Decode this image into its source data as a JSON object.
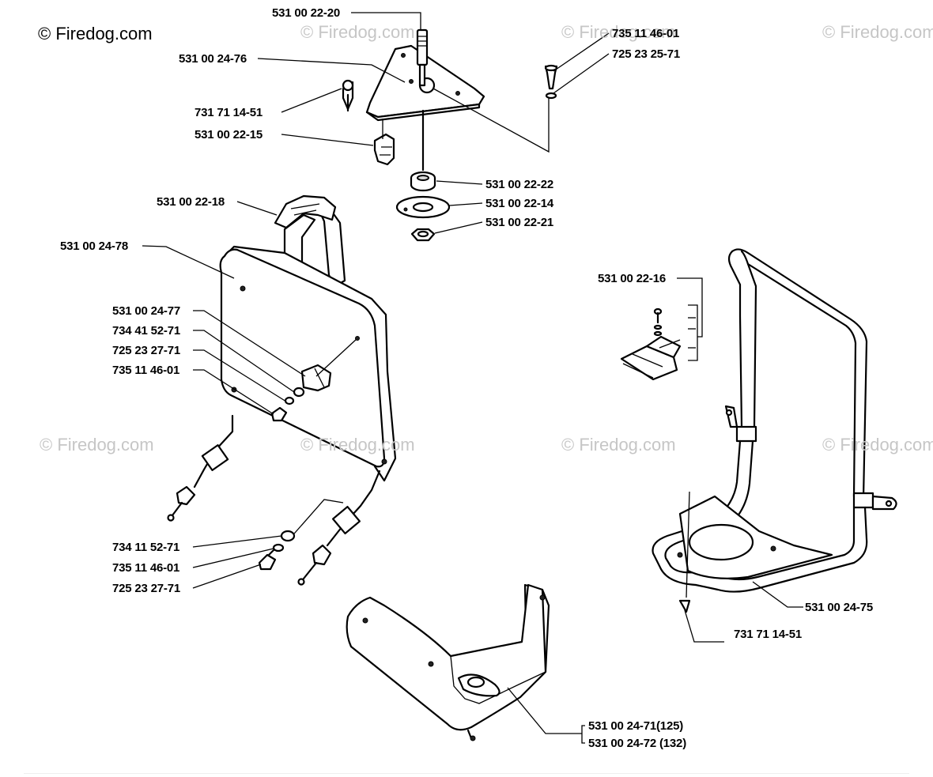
{
  "watermarks": {
    "brand": "© Firedog.com",
    "faint": "© Firedog.com"
  },
  "parts": {
    "p_531002220": "531 00 22-20",
    "p_531002476": "531 00 24-76",
    "p_731711451_top": "731 71 14-51",
    "p_531002215": "531 00 22-15",
    "p_735114601_top": "735 11 46-01",
    "p_725232571": "725 23 25-71",
    "p_531002222": "531 00 22-22",
    "p_531002214": "531 00 22-14",
    "p_531002221": "531 00 22-21",
    "p_531002218": "531 00 22-18",
    "p_531002478": "531 00 24-78",
    "p_531002477": "531 00 24-77",
    "p_734415271": "734 41 52-71",
    "p_725232771_mid": "725 23 27-71",
    "p_735114601_mid": "735 11 46-01",
    "p_531002216": "531 00 22-16",
    "p_734115271": "734 11 52-71",
    "p_735114601_low": "735 11 46-01",
    "p_725232771_low": "725 23 27-71",
    "p_531002475": "531 00 24-75",
    "p_731711451_low": "731 71 14-51",
    "p_531002471": "531 00 24-71(125)",
    "p_531002472": "531 00 24-72 (132)"
  }
}
